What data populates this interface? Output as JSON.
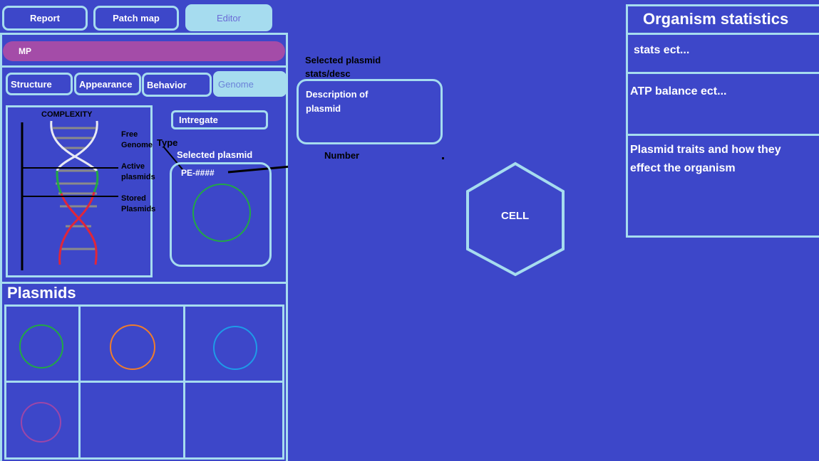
{
  "top_tabs": [
    {
      "label": "Report"
    },
    {
      "label": "Patch map"
    },
    {
      "label": "Editor"
    }
  ],
  "mp_bar": {
    "label": "MP"
  },
  "sub_tabs": [
    {
      "label": "Structure"
    },
    {
      "label": "Appearance"
    },
    {
      "label": "Behavior"
    },
    {
      "label": "Genome"
    }
  ],
  "complexity": {
    "title": "COMPLEXITY",
    "free_genome_1": "Free",
    "free_genome_2": "Genome",
    "active_1": "Active",
    "active_2": "plasmids",
    "stored_1": "Stored",
    "stored_2": "Plasmids"
  },
  "integrate_button": "Intregate",
  "selected": {
    "type_label": "Type",
    "title": "Selected plasmid",
    "code": "PE-####",
    "number_label": "Number"
  },
  "plasmids_heading": "Plasmids",
  "plasmid_colors": [
    "#22a845",
    "#f07c2b",
    "#1e9be8",
    "#9c46a8"
  ],
  "desc_panel": {
    "title_1": "Selected plasmid",
    "title_2": "stats/desc",
    "desc_1": "Description of",
    "desc_2": "plasmid"
  },
  "cell_label": "CELL",
  "org_stats": {
    "title": "Organism statistics",
    "stats": "stats ect...",
    "atp": "ATP balance ect...",
    "traits_1": "Plasmid traits and how they",
    "traits_2": "effect the organism"
  }
}
